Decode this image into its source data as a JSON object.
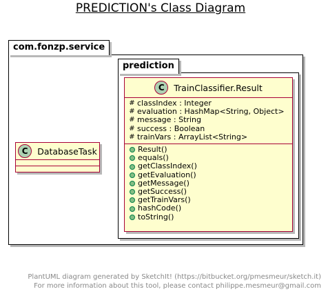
{
  "title": "PREDICTION's Class Diagram",
  "packages": {
    "service": {
      "name": "com.fonzp.service"
    },
    "prediction": {
      "name": "prediction"
    }
  },
  "classes": {
    "result": {
      "icon": "C",
      "name": "TrainClassifier.Result",
      "fields": [
        {
          "visibility": "#",
          "text": "classIndex : Integer"
        },
        {
          "visibility": "#",
          "text": "evaluation : HashMap<String, Object>"
        },
        {
          "visibility": "#",
          "text": "message : String"
        },
        {
          "visibility": "#",
          "text": "success : Boolean"
        },
        {
          "visibility": "#",
          "text": "trainVars : ArrayList<String>"
        }
      ],
      "methods": [
        {
          "visibility": "+",
          "text": "Result()"
        },
        {
          "visibility": "+",
          "text": "equals()"
        },
        {
          "visibility": "+",
          "text": "getClassIndex()"
        },
        {
          "visibility": "+",
          "text": "getEvaluation()"
        },
        {
          "visibility": "+",
          "text": "getMessage()"
        },
        {
          "visibility": "+",
          "text": "getSuccess()"
        },
        {
          "visibility": "+",
          "text": "getTrainVars()"
        },
        {
          "visibility": "+",
          "text": "hashCode()"
        },
        {
          "visibility": "+",
          "text": "toString()"
        }
      ]
    },
    "database_task": {
      "icon": "C",
      "name": "DatabaseTask"
    }
  },
  "footer": {
    "line1": "PlantUML diagram generated by SketchIt! (https://bitbucket.org/pmesmeur/sketch.it)",
    "line2": "For more information about this tool, please contact philippe.mesmeur@gmail.com"
  },
  "colors": {
    "class_fill": "#fefece",
    "class_border": "#a80036",
    "class_icon": "#add1b2",
    "public_marker": "#84be84",
    "footer_text": "#888888"
  }
}
